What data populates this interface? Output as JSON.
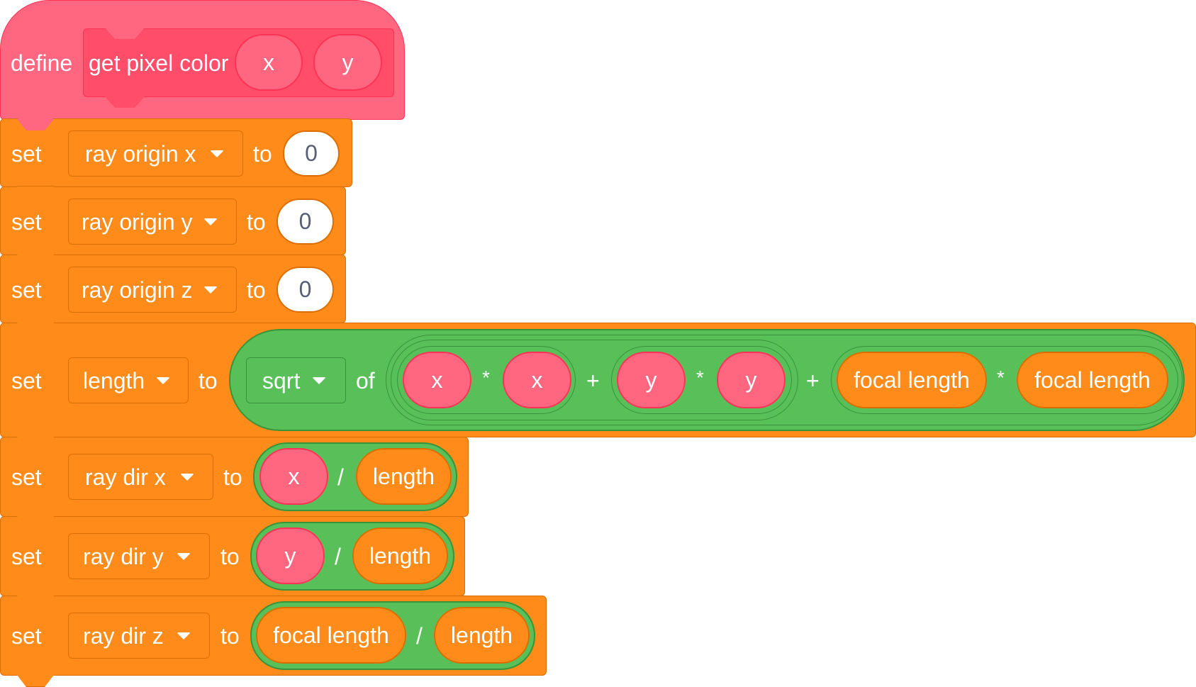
{
  "define_block": {
    "keyword": "define",
    "name": "get pixel color",
    "params": [
      "x",
      "y"
    ],
    "color": "#FF6680"
  },
  "blocks": [
    {
      "keyword": "set",
      "variable": "ray origin x",
      "to": "to",
      "value": "0"
    },
    {
      "keyword": "set",
      "variable": "ray origin y",
      "to": "to",
      "value": "0"
    },
    {
      "keyword": "set",
      "variable": "ray origin z",
      "to": "to",
      "value": "0"
    },
    {
      "keyword": "set",
      "variable": "length",
      "to": "to",
      "expr": {
        "func": "sqrt",
        "of": "of",
        "terms": [
          "x",
          "*",
          "x",
          "+",
          "y",
          "*",
          "y",
          "+",
          "focal length",
          "*",
          "focal length"
        ]
      }
    },
    {
      "keyword": "set",
      "variable": "ray dir x",
      "to": "to",
      "expr": {
        "left": "x",
        "op": "/",
        "right": "length"
      }
    },
    {
      "keyword": "set",
      "variable": "ray dir y",
      "to": "to",
      "expr": {
        "left": "y",
        "op": "/",
        "right": "length"
      }
    },
    {
      "keyword": "set",
      "variable": "ray dir z",
      "to": "to",
      "expr": {
        "left": "focal length",
        "op": "/",
        "right": "length"
      }
    }
  ],
  "colors": {
    "variables": "#FF8C1A",
    "operators": "#59C059",
    "custom": "#FF6680",
    "custom_dark": "#FF4D6A"
  }
}
